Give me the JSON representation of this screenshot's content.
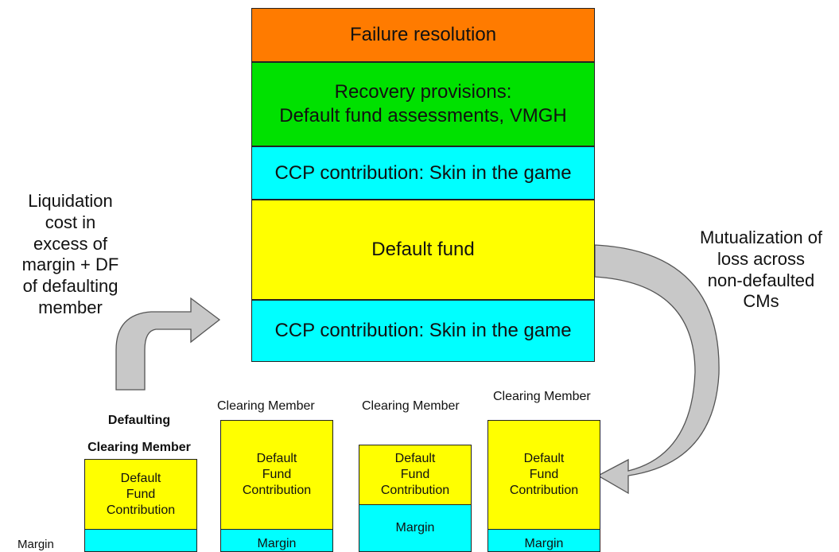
{
  "stack": {
    "failure_resolution": "Failure resolution",
    "recovery_line1": "Recovery provisions:",
    "recovery_line2": "Default fund assessments, VMGH",
    "ccp_top": "CCP contribution: Skin in the game",
    "default_fund": "Default fund",
    "ccp_bottom": "CCP contribution: Skin in the game"
  },
  "left_note": {
    "lines": [
      "Liquidation",
      "cost in",
      "excess of",
      "margin + DF",
      "of defaulting",
      "member"
    ]
  },
  "right_note": {
    "lines": [
      "Mutualization of",
      "loss across",
      "non-defaulted",
      "CMs"
    ]
  },
  "members": {
    "defaulting_title_line1": "Defaulting",
    "defaulting_title_line2": "Clearing Member",
    "cm_label": "Clearing Member",
    "df_line1": "Default",
    "df_line2": "Fund",
    "df_line3": "Contribution",
    "margin": "Margin"
  },
  "colors": {
    "orange": "#ff7b00",
    "green": "#00e100",
    "cyan": "#00ffff",
    "yellow": "#ffff00",
    "arrow_gray": "#c8c8c8"
  }
}
